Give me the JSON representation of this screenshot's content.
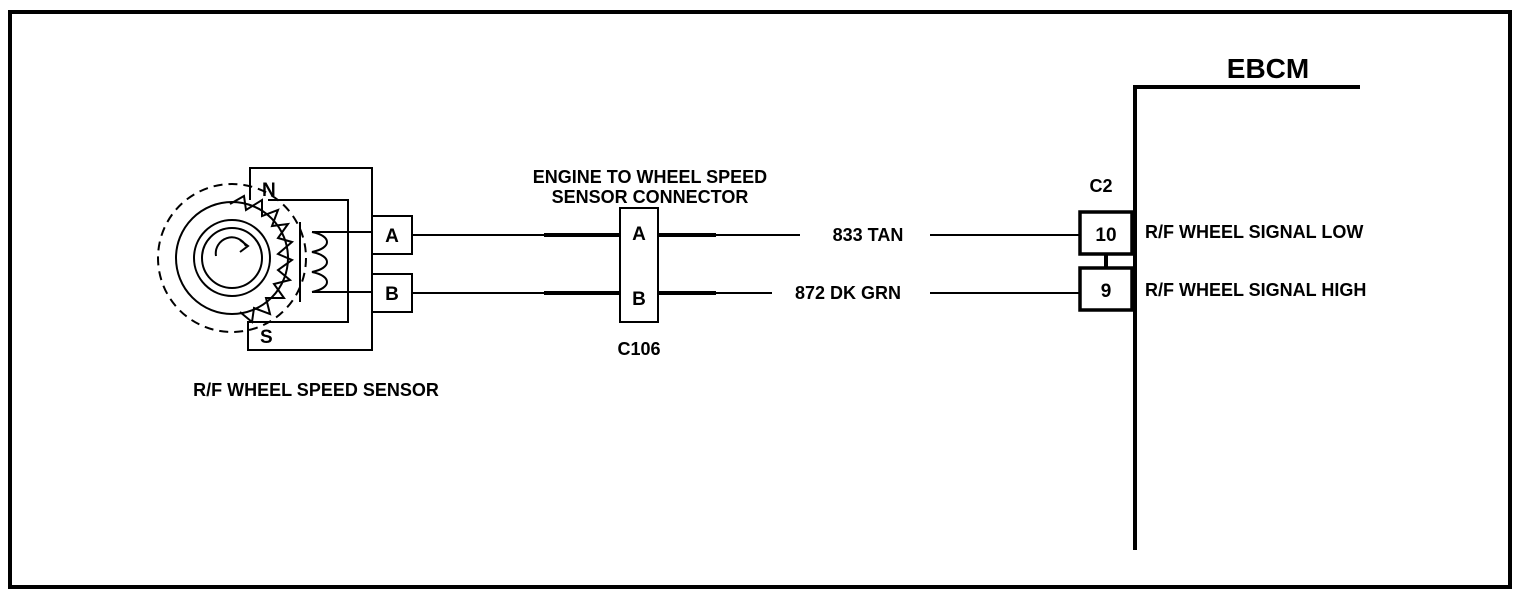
{
  "module": {
    "title": "EBCM",
    "connector_id": "C2",
    "pins": [
      {
        "number": "10",
        "label": "R/F WHEEL SIGNAL LOW"
      },
      {
        "number": "9",
        "label": "R/F WHEEL SIGNAL HIGH"
      }
    ]
  },
  "inline_connector": {
    "title_line1": "ENGINE TO WHEEL SPEED",
    "title_line2": "SENSOR CONNECTOR",
    "id": "C106",
    "pins": [
      "A",
      "B"
    ]
  },
  "sensor": {
    "label": "R/F WHEEL SPEED SENSOR",
    "pole_north": "N",
    "pole_south": "S",
    "terminals": [
      "A",
      "B"
    ]
  },
  "wires": [
    {
      "circuit": "833 TAN"
    },
    {
      "circuit": "872 DK GRN"
    }
  ]
}
